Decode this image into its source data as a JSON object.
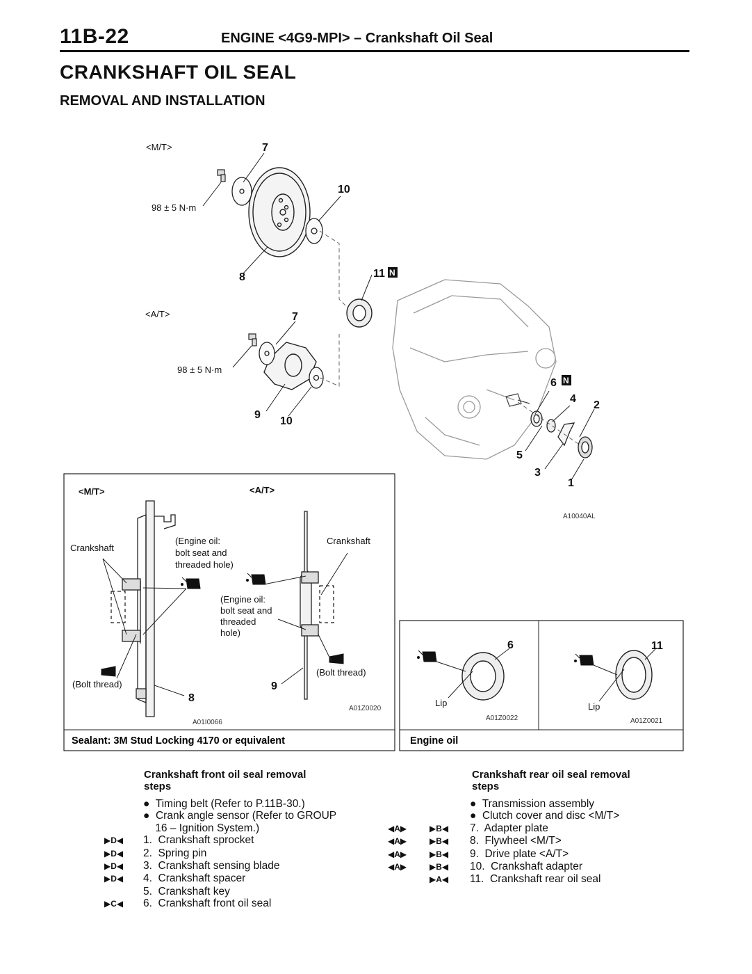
{
  "page": {
    "number": "11B-22",
    "header": "ENGINE <4G9-MPI> – Crankshaft Oil Seal",
    "title": "CRANKSHAFT OIL SEAL",
    "subtitle": "REMOVAL AND INSTALLATION"
  },
  "figure": {
    "mt_label": "<M/T>",
    "at_label": "<A/T>",
    "torque_mt": "98 ± 5 N·m",
    "torque_at": "98 ± 5 N·m",
    "callouts": {
      "c7a": "7",
      "c10a": "10",
      "c8a": "8",
      "c11a": "11",
      "c7b": "7",
      "c9a": "9",
      "c10b": "10",
      "c6": "6",
      "c4": "4",
      "c2": "2",
      "c5": "5",
      "c3": "3",
      "c1": "1",
      "n_mark": "N"
    },
    "code_main": "A10040AL"
  },
  "detail_left": {
    "mt_label": "<M/T>",
    "at_label": "<A/T>",
    "crankshaft_left": "Crankshaft",
    "crankshaft_right": "Crankshaft",
    "engine_oil_1": [
      "(Engine oil:",
      "bolt seat and",
      "threaded hole)"
    ],
    "engine_oil_2": [
      "(Engine oil:",
      "bolt seat and",
      "threaded",
      "hole)"
    ],
    "bolt_thread_left": "(Bolt thread)",
    "bolt_thread_right": "(Bolt thread)",
    "num8": "8",
    "num9": "9",
    "code1": "A01I0066",
    "code2": "A01Z0020",
    "caption": "Sealant: 3M Stud Locking 4170 or equivalent"
  },
  "detail_right": {
    "num6": "6",
    "num11": "11",
    "lip1": "Lip",
    "lip2": "Lip",
    "code1": "A01Z0022",
    "code2": "A01Z0021",
    "caption": "Engine oil"
  },
  "front_steps": {
    "title": [
      "Crankshaft front oil seal removal",
      "steps"
    ],
    "items": [
      {
        "ind": "",
        "text": "●  Timing belt (Refer to P.11B-30.)"
      },
      {
        "ind": "",
        "text": "●  Crank angle sensor (Refer to GROUP"
      },
      {
        "ind": "",
        "text": "    16 – Ignition System.)"
      },
      {
        "ind": "D",
        "text": "1.  Crankshaft sprocket"
      },
      {
        "ind": "D",
        "text": "2.  Spring pin"
      },
      {
        "ind": "D",
        "text": "3.  Crankshaft sensing blade"
      },
      {
        "ind": "D",
        "text": "4.  Crankshaft spacer"
      },
      {
        "ind": "",
        "text": "5.  Crankshaft key"
      },
      {
        "ind": "C",
        "text": "6.  Crankshaft front oil seal"
      }
    ]
  },
  "rear_steps": {
    "title": [
      "Crankshaft rear oil seal removal",
      "steps"
    ],
    "items": [
      {
        "rem": "",
        "ins": "",
        "text": "●  Transmission assembly"
      },
      {
        "rem": "",
        "ins": "",
        "text": "●  Clutch cover and disc <M/T>"
      },
      {
        "rem": "A",
        "ins": "B",
        "text": "7.  Adapter plate"
      },
      {
        "rem": "A",
        "ins": "B",
        "text": "8.  Flywheel <M/T>"
      },
      {
        "rem": "A",
        "ins": "B",
        "text": "9.  Drive plate <A/T>"
      },
      {
        "rem": "A",
        "ins": "B",
        "text": "10.  Crankshaft adapter"
      },
      {
        "rem": "",
        "ins": "A",
        "text": "11.  Crankshaft rear oil seal"
      }
    ]
  }
}
